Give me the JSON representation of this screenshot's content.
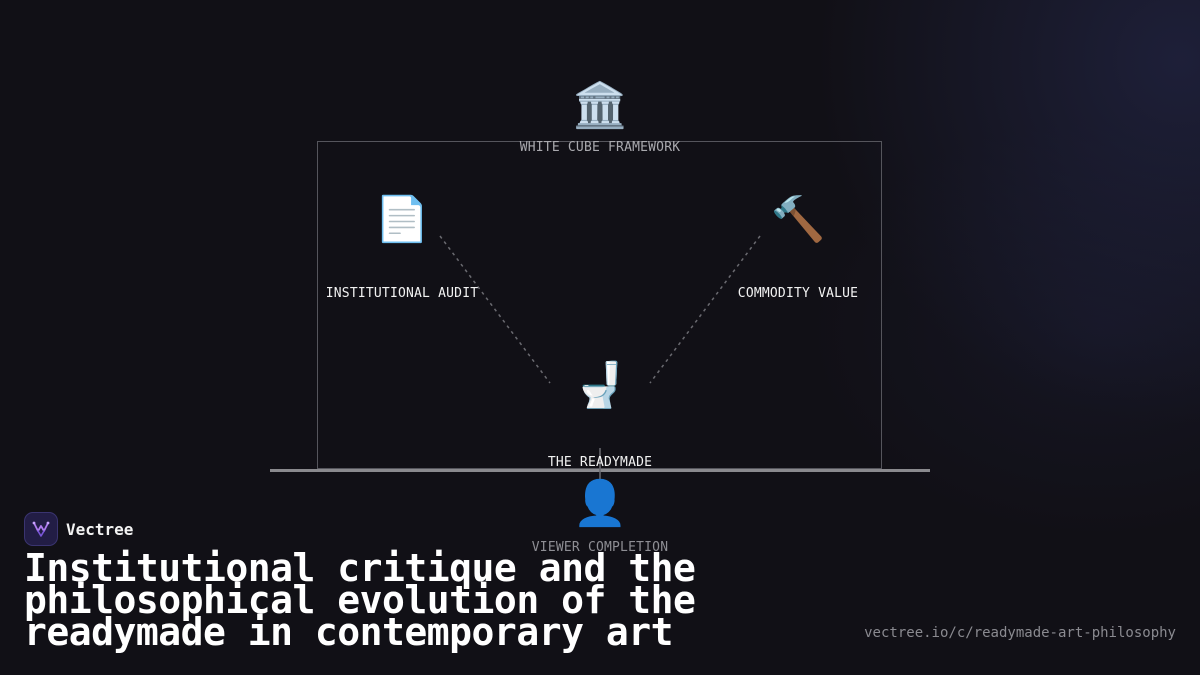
{
  "diagram": {
    "frame_label": "WHITE CUBE FRAMEWORK",
    "nodes": {
      "framework": {
        "icon": "🏛️",
        "icon_name": "museum-building-icon",
        "label": "WHITE CUBE FRAMEWORK"
      },
      "audit": {
        "icon": "📄",
        "icon_name": "document-icon",
        "label": "INSTITUTIONAL AUDIT"
      },
      "commodity": {
        "icon": "🔨",
        "icon_name": "hammer-icon",
        "label": "COMMODITY VALUE"
      },
      "readymade": {
        "icon": "🚽",
        "icon_name": "toilet-icon",
        "label": "THE READYMADE"
      },
      "viewer": {
        "icon": "👤",
        "icon_name": "person-silhouette-icon",
        "label": "VIEWER COMPLETION"
      }
    },
    "colors": {
      "frame": "#55555c",
      "baseline": "#8a8a8e",
      "connector": "#6a6a70",
      "background": "#111016"
    }
  },
  "branding": {
    "name": "Vectree",
    "logo_icon": "vectree-logo-icon",
    "logo_color": "#b07cf0"
  },
  "headline": "Institutional critique and the philosophical evolution of the readymade in contemporary art",
  "source_url": "vectree.io/c/readymade-art-philosophy"
}
